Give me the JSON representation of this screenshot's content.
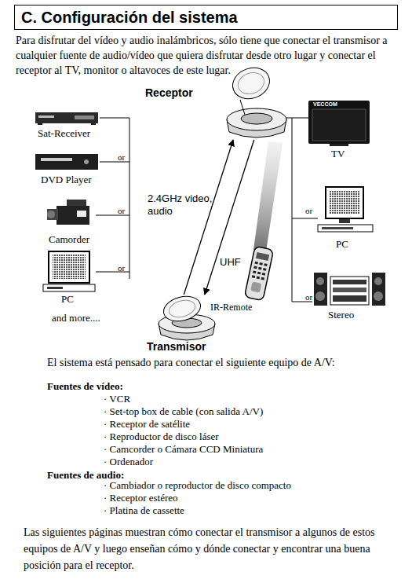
{
  "diagram": {
    "title": "C. Configuración del sistema",
    "nodes": [
      {
        "text": [
          "Receptor"
        ]
      },
      {
        "text": [
          "Sat-Receiver"
        ]
      },
      {
        "text": [
          "DVD Player"
        ]
      },
      {
        "text": [
          "Camorder"
        ]
      },
      {
        "text": [
          "PC"
        ]
      },
      {
        "text": [
          "TV"
        ]
      },
      {
        "text": [
          "PC"
        ]
      },
      {
        "text": [
          "Stereo"
        ]
      },
      {
        "text": [
          "IR-Remote"
        ]
      },
      {
        "text": [
          "Transmisor"
        ]
      }
    ],
    "edges": [
      {
        "from": 9,
        "to": 0,
        "label": "2.4GHz video, audio",
        "arrow": "to"
      },
      {
        "from": 0,
        "to": 9,
        "label": "UHF",
        "arrow": "to"
      }
    ],
    "labels": [
      "Para disfrutar del vídeo y audio inalámbricos, sólo tiene que conectar el transmisor a cualquier fuente de audio/vídeo que quiera disfrutar desde otro lugar y conectar el receptor al TV, monitor o altavoces de este lugar.",
      "VECCOM",
      "or",
      "or",
      "or",
      "or",
      "or",
      "and more....",
      "El sistema está pensado para conectar el siguiente equipo de A/V:",
      "Fuentes de vídeo:",
      "· VCR",
      "· Set-top box de cable (con salida A/V)",
      "· Receptor de satélite",
      "· Reproductor de disco láser",
      "· Camcorder o Cámara CCD Miniatura",
      "· Ordenador",
      "Fuentes de audio:",
      "· Cambiador o reproductor de disco compacto",
      "· Receptor estéreo",
      "· Platina de cassette",
      "Las siguientes páginas muestran cómo conectar el transmisor a algunos de estos equipos de A/V y luego enseñan cómo y dónde conectar y encontrar una buena posición para el receptor."
    ]
  }
}
